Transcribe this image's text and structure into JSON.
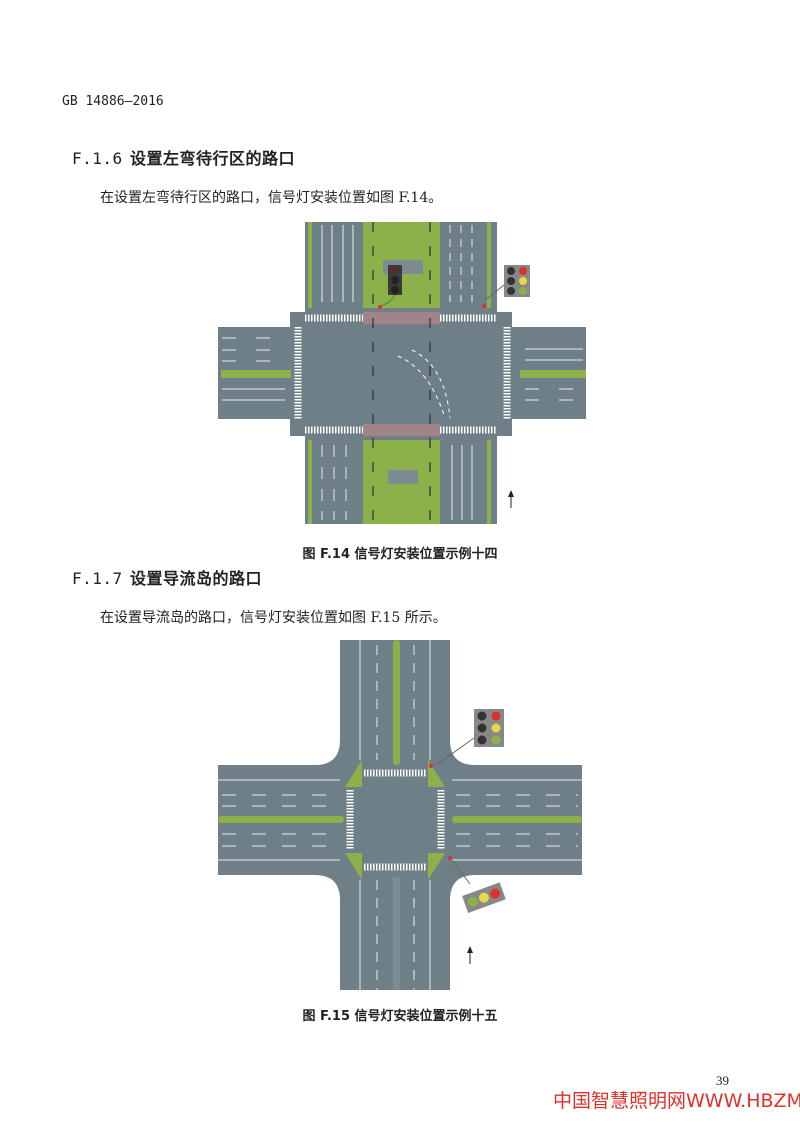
{
  "header": {
    "standard": "GB 14886—2016"
  },
  "sections": [
    {
      "number": "F.1.6",
      "title": "设置左弯待行区的路口",
      "text": "在设置左弯待行区的路口，信号灯安装位置如图 F.14。",
      "caption": "图 F.14  信号灯安装位置示例十四"
    },
    {
      "number": "F.1.7",
      "title": "设置导流岛的路口",
      "text": "在设置导流岛的路口，信号灯安装位置如图 F.15 所示。",
      "caption": "图 F.15  信号灯安装位置示例十五"
    }
  ],
  "footer": {
    "page_number": "39",
    "watermark": "中国智慧照明网WWW.HBZM.CN"
  },
  "colors": {
    "road": "#6e7f88",
    "green": "#8cb04a",
    "red": "#d8322e",
    "yellow": "#e6d84a",
    "watermark": "#e0302a"
  }
}
